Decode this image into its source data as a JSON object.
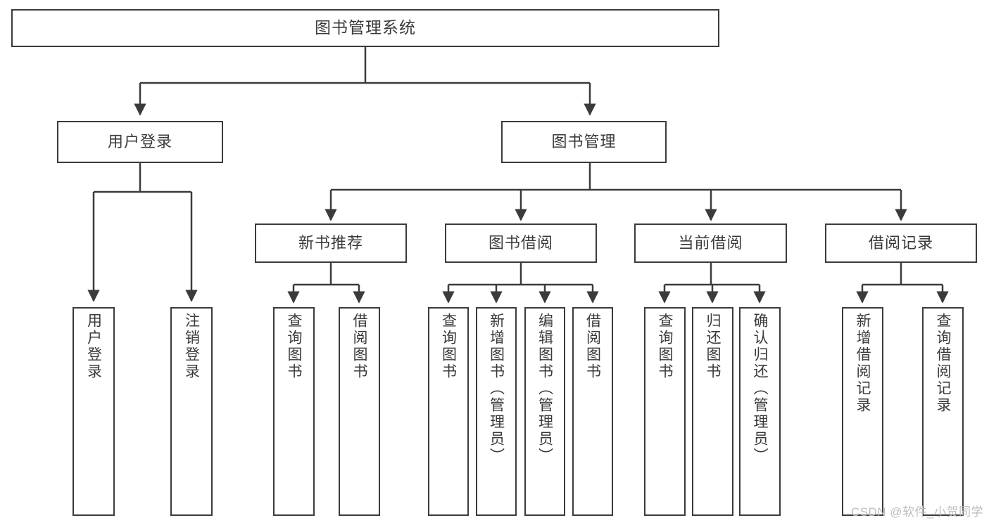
{
  "diagram": {
    "title": "图书管理系统",
    "type": "functional-structure-tree",
    "stroke_color": "#3b3b3b",
    "text_color": "#3a3a3a",
    "background_color": "#ffffff",
    "watermark": "CSDN @软件_小贺同学"
  },
  "root": {
    "label": "图书管理系统"
  },
  "level2": [
    {
      "label": "用户登录"
    },
    {
      "label": "图书管理"
    }
  ],
  "level3": [
    {
      "label": "新书推荐"
    },
    {
      "label": "图书借阅"
    },
    {
      "label": "当前借阅"
    },
    {
      "label": "借阅记录"
    }
  ],
  "leaves": {
    "user_login": [
      {
        "label": "用户登录"
      },
      {
        "label": "注销登录"
      }
    ],
    "new_book_recommend": [
      {
        "label": "查询图书"
      },
      {
        "label": "借阅图书"
      }
    ],
    "book_borrow": [
      {
        "label": "查询图书"
      },
      {
        "label": "新增图书（管理员）"
      },
      {
        "label": "编辑图书（管理员）"
      },
      {
        "label": "借阅图书"
      }
    ],
    "current_borrow": [
      {
        "label": "查询图书"
      },
      {
        "label": "归还图书"
      },
      {
        "label": "确认归还（管理员）"
      }
    ],
    "borrow_record": [
      {
        "label": "新增借阅记录"
      },
      {
        "label": "查询借阅记录"
      }
    ]
  }
}
